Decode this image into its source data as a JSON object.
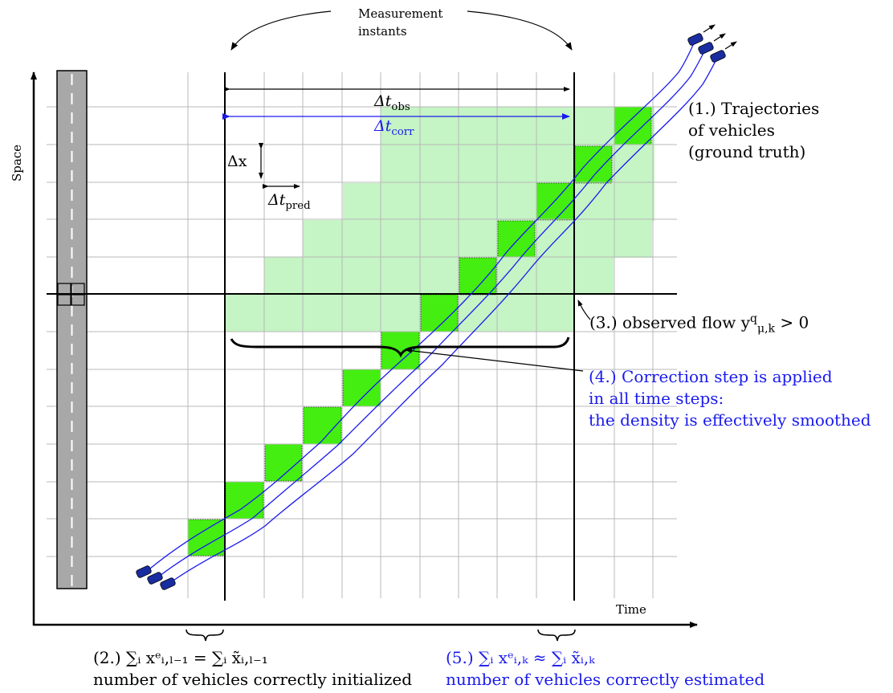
{
  "labels": {
    "measurement": "Measurement",
    "instants": "instants",
    "space": "Space",
    "time": "Time",
    "dt_obs": "Δt",
    "dt_obs_sub": "obs",
    "dt_corr": "Δt",
    "dt_corr_sub": "corr",
    "dx": "Δx",
    "dt_pred": "Δt",
    "dt_pred_sub": "pred"
  },
  "annotations": {
    "a1_line1": "(1.) Trajectories",
    "a1_line2": "of vehicles",
    "a1_line3": "(ground truth)",
    "a2_formula": "(2.) ∑ᵢ xᵉᵢ,ₗ₋₁ = ∑ᵢ x̃ᵢ,ₗ₋₁",
    "a2_text": "number of vehicles correctly initialized",
    "a3_text": "(3.)  observed flow y",
    "a3_sup": "q",
    "a3_sub": "μ,k",
    "a3_tail": " > 0",
    "a4_line1": "(4.) Correction step is applied",
    "a4_line2": "in all time steps:",
    "a4_line3": "the density is effectively smoothed",
    "a5_formula": "(5.) ∑ᵢ xᵉᵢ,ₖ ≈ ∑ᵢ x̃ᵢ,ₖ",
    "a5_text": "number of vehicles correctly estimated"
  },
  "colors": {
    "light_green": "#c5f4c5",
    "bright_green": "#44ee11",
    "trajectory_blue": "#1a1aee",
    "grid": "#b8b8b8",
    "road": "#a8a8a8"
  }
}
